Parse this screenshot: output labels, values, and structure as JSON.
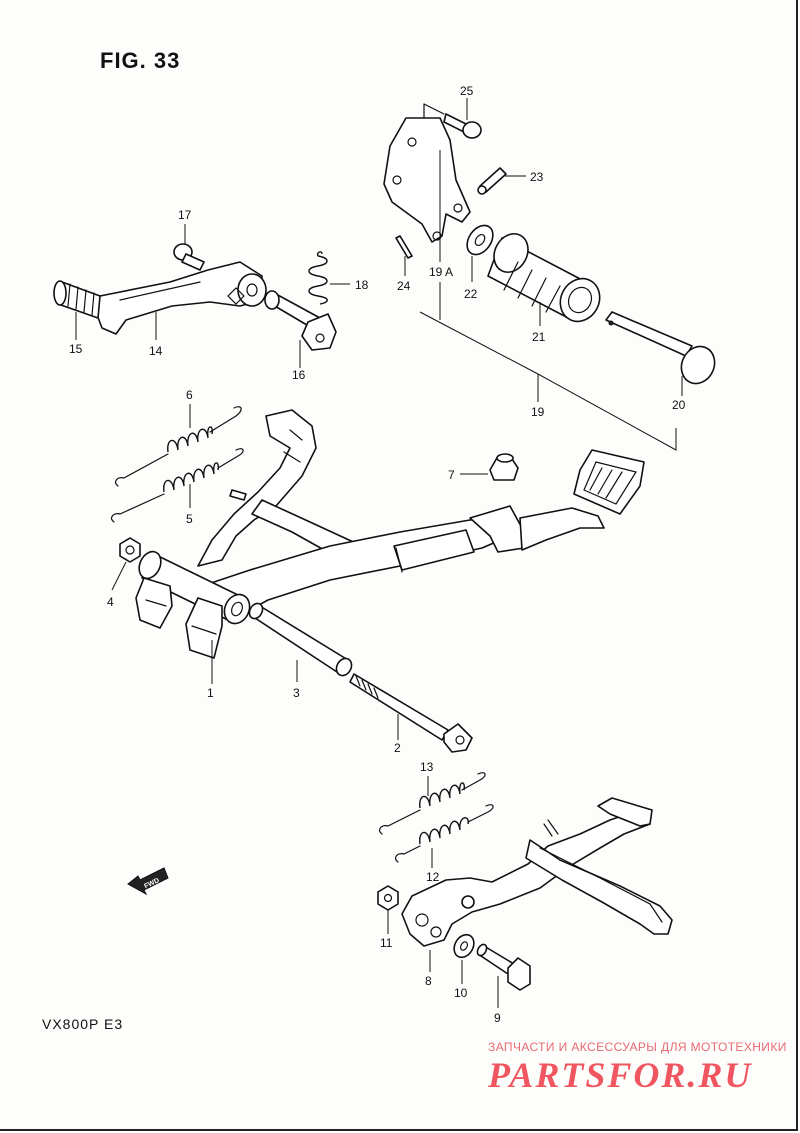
{
  "figure": {
    "title": "FIG. 33",
    "model_code": "VX800P  E3",
    "fwd_badge": "FWD"
  },
  "watermark": {
    "text": "ЗАПЧАСТИ И АКСЕССУАРЫ ДЛЯ МОТОТЕХНИКИ",
    "logo": "PARTSFOR.RU",
    "color": "#ee3a46"
  },
  "callouts": {
    "c1": "1",
    "c2": "2",
    "c3": "3",
    "c4": "4",
    "c5": "5",
    "c6": "6",
    "c7": "7",
    "c8": "8",
    "c9": "9",
    "c10": "10",
    "c11": "11",
    "c12": "12",
    "c13": "13",
    "c14": "14",
    "c15": "15",
    "c16": "16",
    "c17": "17",
    "c18": "18",
    "c19": "19",
    "c19a": "19 A",
    "c20": "20",
    "c21": "21",
    "c22": "22",
    "c23": "23",
    "c24": "24",
    "c25": "25"
  }
}
